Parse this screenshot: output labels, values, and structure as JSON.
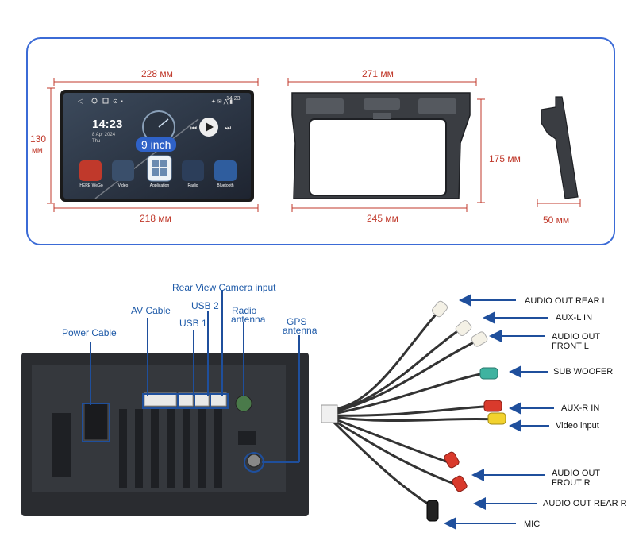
{
  "dimensions": {
    "screen_width_top": "228 мм",
    "screen_height_num": "130",
    "screen_height_unit": "мм",
    "screen_width_bottom": "218 мм",
    "frame_width": "271 мм",
    "frame_height": "175 мм",
    "frame_depth": "245 мм",
    "bracket_depth": "50 мм"
  },
  "screen": {
    "time": "14:23",
    "date": "8 Apr 2024",
    "day": "Thu",
    "size_badge": "9 inch",
    "clock": "14:23",
    "apps": [
      "HERE WeGo",
      "Video",
      "Application",
      "Radio",
      "Bluetooth"
    ]
  },
  "ports": {
    "power_cable": "Power Cable",
    "av_cable": "AV Cable",
    "usb1": "USB 1",
    "usb2": "USB 2",
    "rear_camera": "Rear View Camera input",
    "radio_antenna_1": "Radio",
    "radio_antenna_2": "antenna",
    "gps_antenna_1": "GPS",
    "gps_antenna_2": "antenna"
  },
  "cables": {
    "audio_out_rear_l": "AUDIO OUT REAR L",
    "aux_l_in": "AUX-L IN",
    "audio_out_front_l_1": "AUDIO OUT",
    "audio_out_front_l_2": "FRONT L",
    "sub_woofer": "SUB WOOFER",
    "aux_r_in": "AUX-R IN",
    "video_input": "Video input",
    "audio_out_front_r_1": "AUDIO OUT",
    "audio_out_front_r_2": "FROUT R",
    "audio_out_rear_r": "AUDIO OUT REAR R",
    "mic": "MIC"
  },
  "colors": {
    "frame_border": "#3b6bd6",
    "dimension_red": "#c0392b",
    "label_blue": "#1e5aa8",
    "arrow_blue": "#1f4f9c"
  }
}
